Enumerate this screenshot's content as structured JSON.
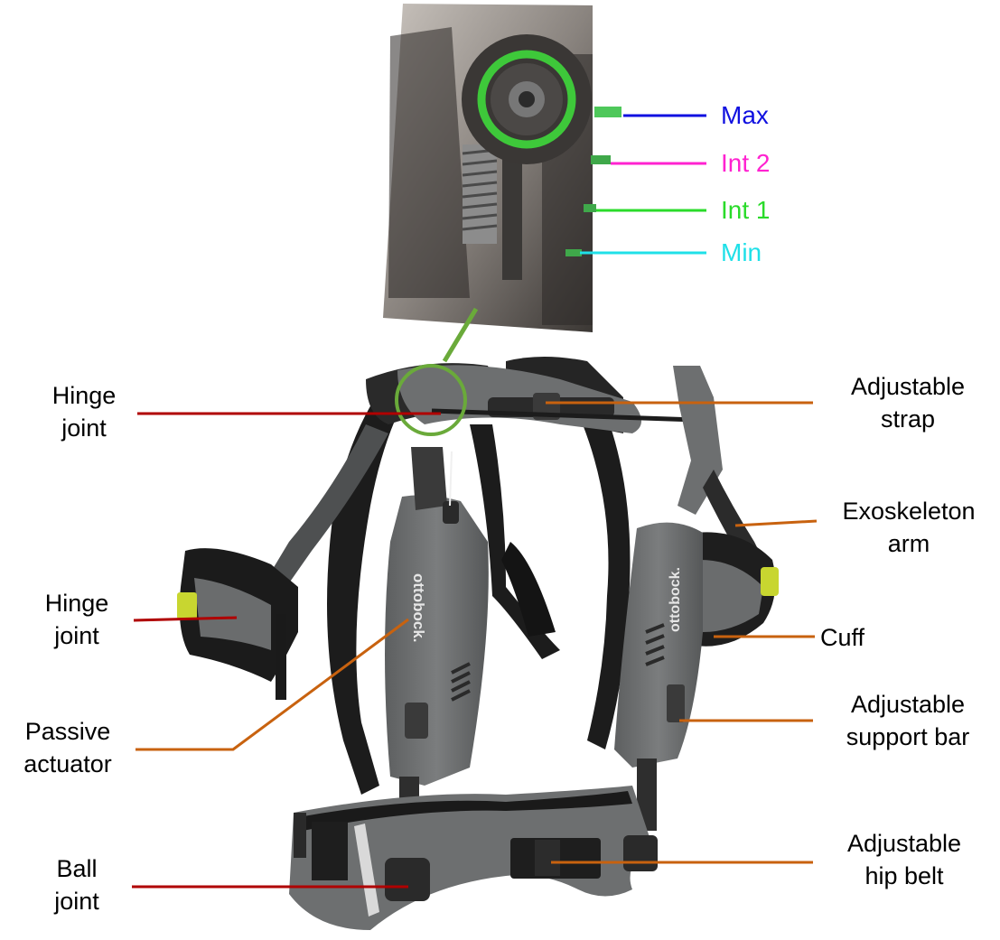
{
  "colors": {
    "leader_red": "#b00000",
    "leader_orange": "#c8620f",
    "connector_green": "#6aaa3a",
    "max": "#1010e0",
    "int2": "#ff22d0",
    "int1": "#2adb2a",
    "min": "#1fe0e8",
    "device_grey": "#6d6f70",
    "strap_black": "#1c1c1c",
    "logo_white": "#e6e6e6"
  },
  "brand_logo": "ottobock.",
  "inset": {
    "levels": [
      {
        "key": "max",
        "label": "Max"
      },
      {
        "key": "int2",
        "label": "Int 2"
      },
      {
        "key": "int1",
        "label": "Int 1"
      },
      {
        "key": "min",
        "label": "Min"
      }
    ]
  },
  "labels": {
    "hinge_joint_top": [
      "Hinge",
      "joint"
    ],
    "hinge_joint_left": [
      "Hinge",
      "joint"
    ],
    "passive_actuator": [
      "Passive",
      "actuator"
    ],
    "ball_joint": [
      "Ball",
      "joint"
    ],
    "adjustable_strap": [
      "Adjustable",
      "strap"
    ],
    "exoskeleton_arm": [
      "Exoskeleton",
      "arm"
    ],
    "cuff": [
      "Cuff"
    ],
    "adjustable_support_bar": [
      "Adjustable",
      "support bar"
    ],
    "adjustable_hip_belt": [
      "Adjustable",
      "hip belt"
    ]
  }
}
